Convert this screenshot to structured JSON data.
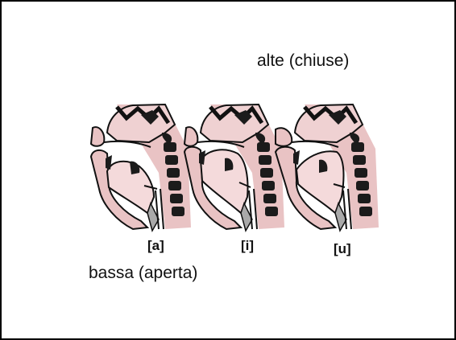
{
  "captions": {
    "high": "alte (chiuse)",
    "low": "bassa (aperta)"
  },
  "vowels": [
    {
      "label": "[a]"
    },
    {
      "label": "[i]"
    },
    {
      "label": "[u]"
    }
  ],
  "colors": {
    "tissue_pink": "#e9c3c4",
    "tissue_dark_pink": "#d9a6a7",
    "outline": "#111111",
    "bone_fill": "#1b1b1b",
    "cartilage_gray": "#a9a9a9"
  },
  "icons": [
    "vocal-tract-a-icon",
    "vocal-tract-i-icon",
    "vocal-tract-u-icon"
  ]
}
